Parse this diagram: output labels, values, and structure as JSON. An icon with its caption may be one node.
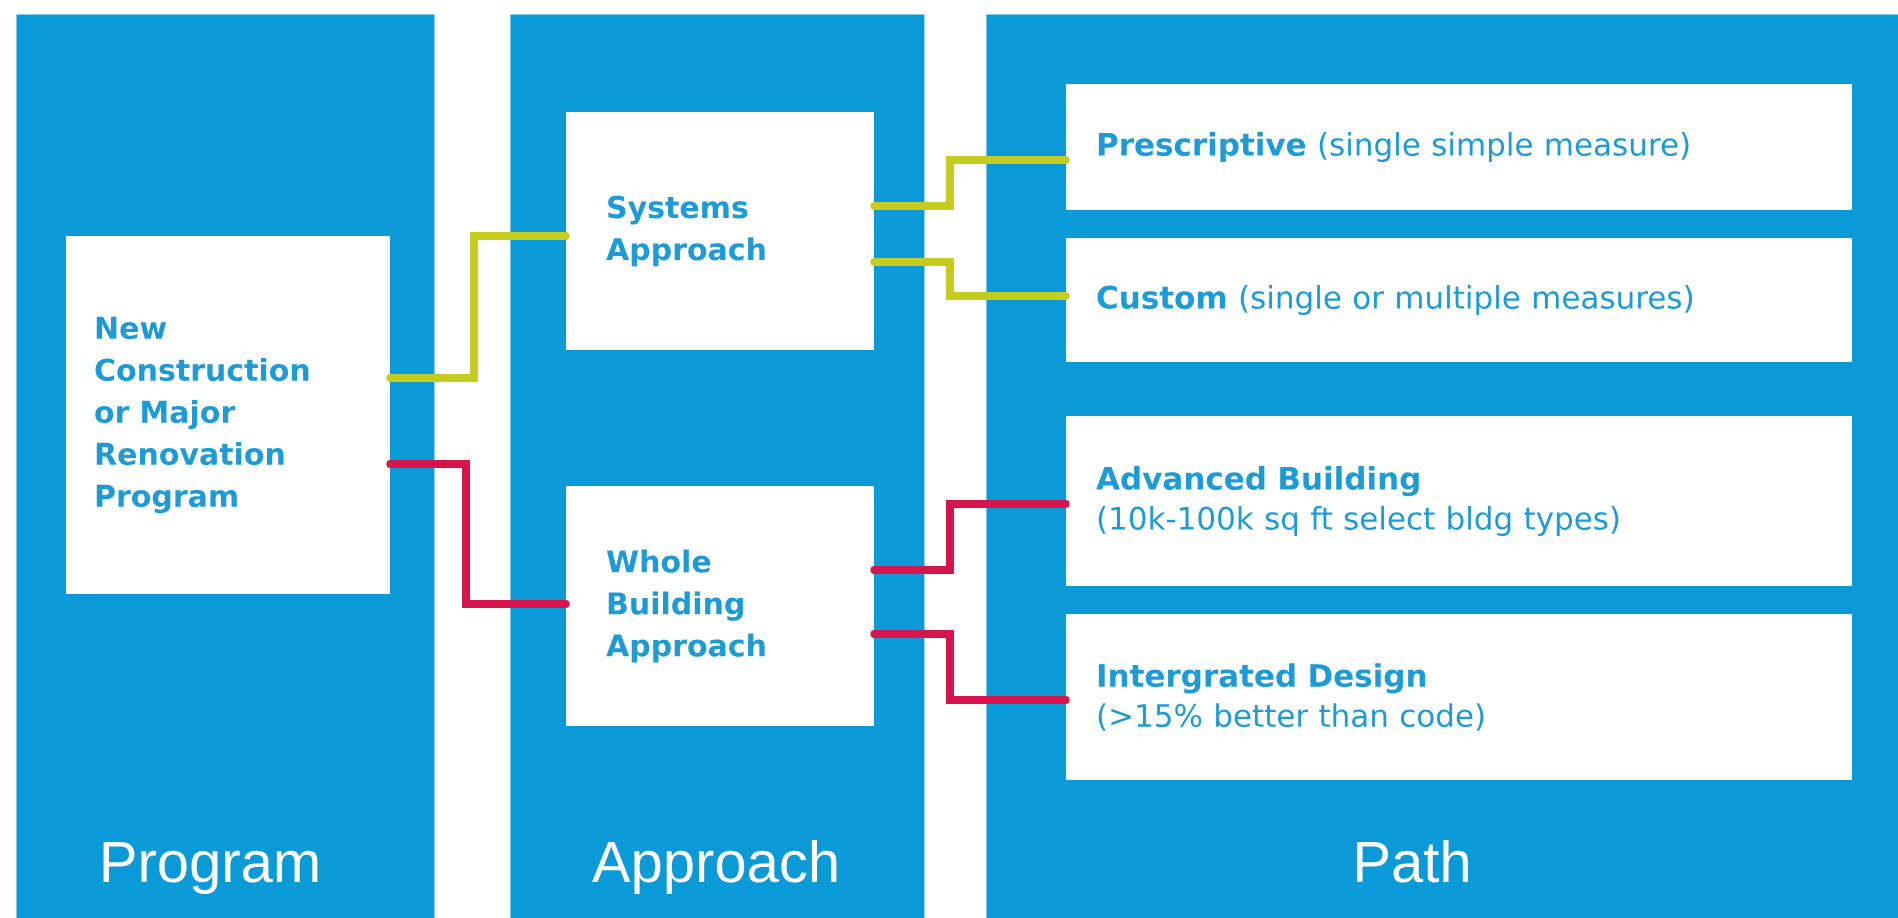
{
  "diagram": {
    "nodes": [
      {
        "text": [
          "Program"
        ]
      },
      {
        "text": [
          "New Construction or Major Renovation Program"
        ],
        "in": 0
      },
      {
        "text": [
          "Approach"
        ]
      },
      {
        "text": [
          "Systems Approach"
        ],
        "in": 2
      },
      {
        "text": [
          "Whole Building Approach"
        ],
        "in": 2
      },
      {
        "text": [
          "Path"
        ]
      },
      {
        "text": [
          "**Prescriptive** (single simple measure)"
        ],
        "in": 5
      },
      {
        "text": [
          "**Custom** (single or multiple measures)"
        ],
        "in": 5
      },
      {
        "text": [
          "Advanced Building",
          "(10k-100k sq ft select bldg types)"
        ],
        "in": 5
      },
      {
        "text": [
          "Intergrated Design",
          "(>15% better than code)"
        ],
        "in": 5
      }
    ],
    "edges": [
      {
        "from": 1,
        "to": 3,
        "arrow": "none",
        "color": "#c3cc1f"
      },
      {
        "from": 1,
        "to": 4,
        "arrow": "none",
        "color": "#d5154b"
      },
      {
        "from": 3,
        "to": 6,
        "arrow": "none",
        "color": "#c3cc1f"
      },
      {
        "from": 3,
        "to": 7,
        "arrow": "none",
        "color": "#c3cc1f"
      },
      {
        "from": 4,
        "to": 8,
        "arrow": "none",
        "color": "#d5154b"
      },
      {
        "from": 4,
        "to": 9,
        "arrow": "none",
        "color": "#d5154b"
      }
    ]
  }
}
